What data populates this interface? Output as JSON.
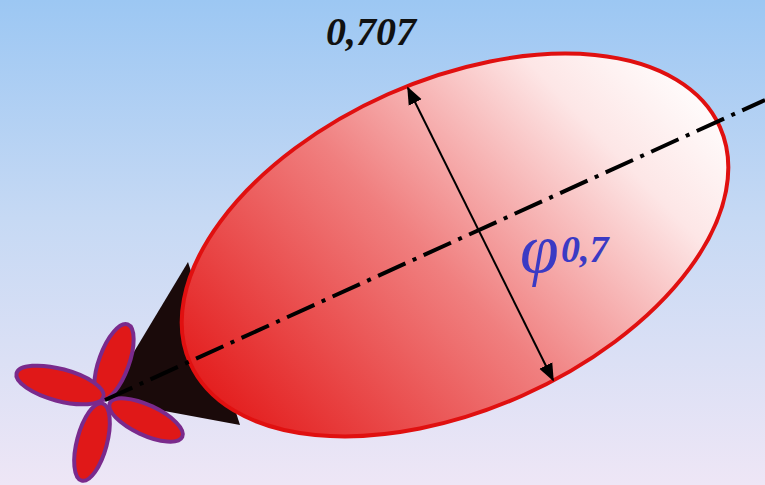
{
  "diagram": {
    "labels": [
      "0,707",
      "φ",
      "0,7"
    ]
  }
}
